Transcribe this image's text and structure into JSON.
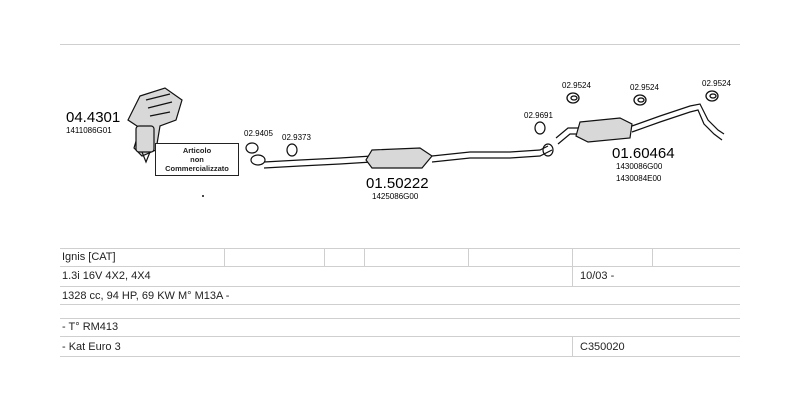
{
  "diagram": {
    "labels": {
      "manifold_code": "04.4301",
      "manifold_oem": "1411086G01",
      "gasket_a": "02.9405",
      "gasket_b": "02.9373",
      "front_pipe_code": "01.50222",
      "front_pipe_oem": "1425086G00",
      "gasket_c": "02.9691",
      "clamp_a": "02.9524",
      "clamp_b": "02.9524",
      "clamp_c": "02.9524",
      "rear_code": "01.60464",
      "rear_oem_1": "1430086G00",
      "rear_oem_2": "1430084E00"
    },
    "note_line1": "Articolo",
    "note_line2": "non",
    "note_line3": "Commercializzato"
  },
  "table": {
    "row1": {
      "model": "Ignis  [CAT]"
    },
    "row2": {
      "engine": "1.3i  16V 4X2, 4X4",
      "date": "10/03 -"
    },
    "row3": {
      "spec": "1328 cc, 94 HP, 69 KW M° M13A -"
    },
    "row4": {
      "note": "- T° RM413"
    },
    "row5": {
      "cat": "- Kat Euro 3",
      "code": "C350020"
    }
  }
}
